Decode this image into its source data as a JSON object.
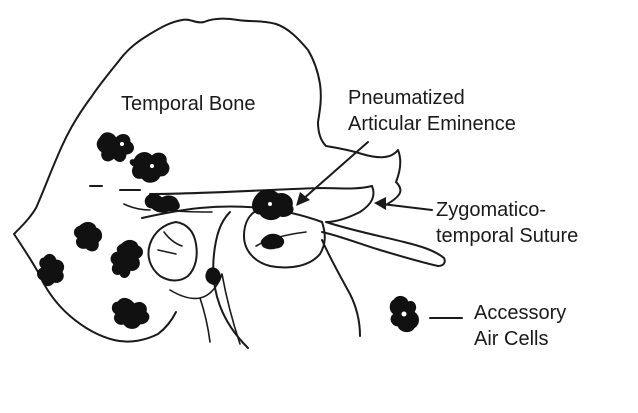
{
  "labels": {
    "temporal_bone": "Temporal Bone",
    "pneumatized_line1": "Pneumatized",
    "pneumatized_line2": "Articular Eminence",
    "zygomatico_line1": "Zygomatico-",
    "zygomatico_line2": "temporal Suture",
    "accessory_line1": "Accessory",
    "accessory_line2": "Air Cells"
  },
  "colors": {
    "ink": "#1a1a1a",
    "background": "#ffffff"
  }
}
